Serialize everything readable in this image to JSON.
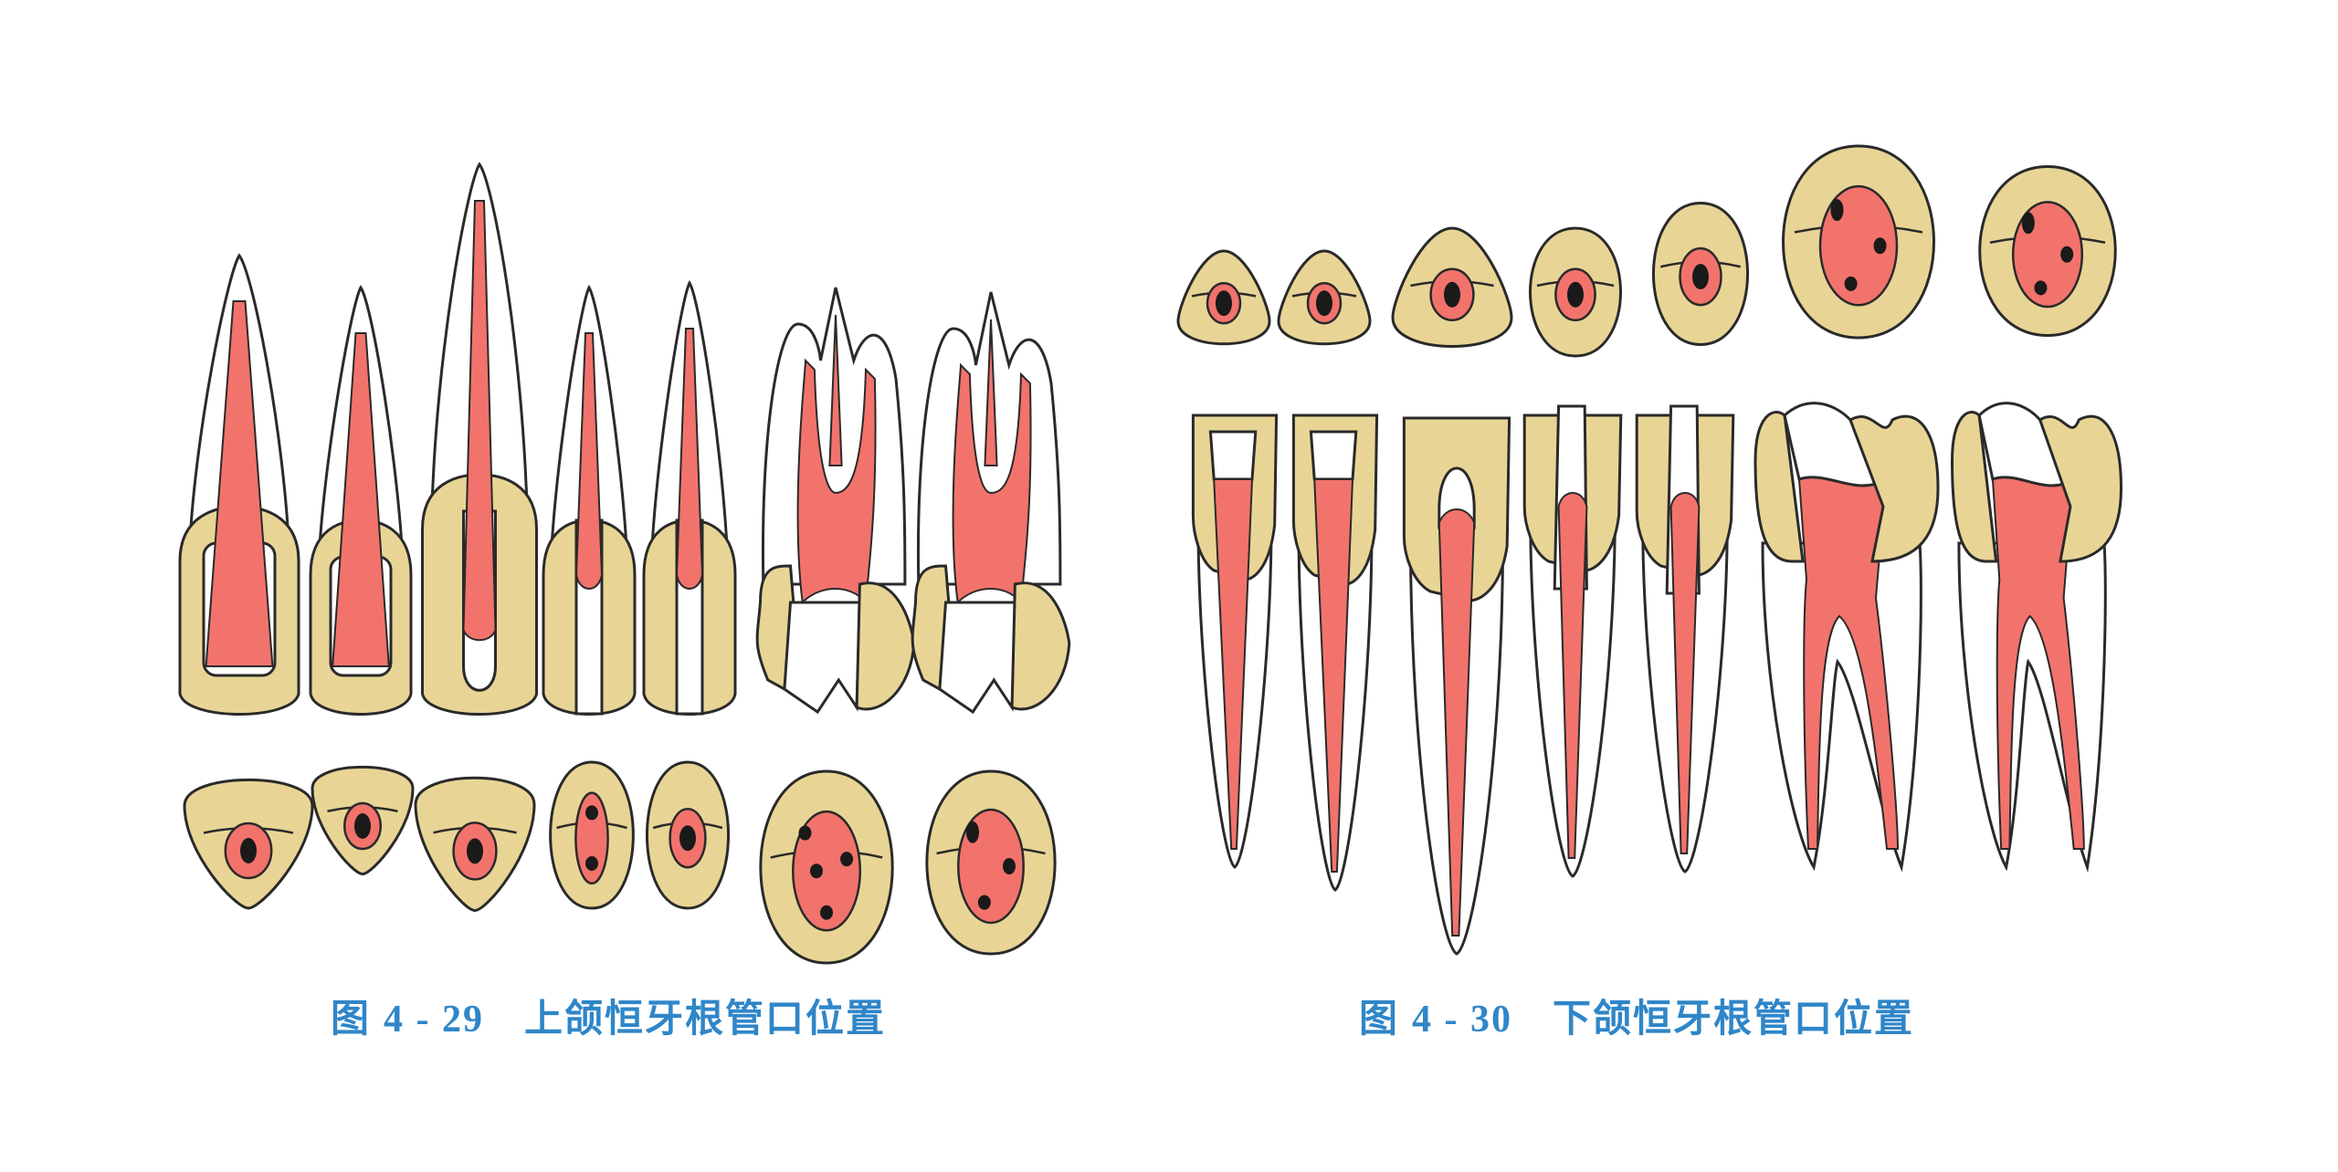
{
  "colors": {
    "enamel": "#e8d596",
    "pulp": "#f2736c",
    "outline": "#2a2a2a",
    "orifice": "#1a1a1a",
    "root": "#ffffff",
    "caption": "#2f86c8",
    "background": "#ffffff"
  },
  "figures": [
    {
      "id": "fig-4-29",
      "caption_prefix": "图",
      "caption_number": "4 - 29",
      "caption_text": "上颌恒牙根管口位置",
      "arch": "upper",
      "side_view_teeth": [
        {
          "name": "central-incisor",
          "canals": 1
        },
        {
          "name": "lateral-incisor",
          "canals": 1
        },
        {
          "name": "canine",
          "canals": 1
        },
        {
          "name": "first-premolar",
          "canals": 2
        },
        {
          "name": "second-premolar",
          "canals": 1
        },
        {
          "name": "first-molar",
          "canals": 3
        },
        {
          "name": "second-molar",
          "canals": 3
        }
      ],
      "occlusal_view_teeth": [
        {
          "name": "central-incisor",
          "orifices": 1
        },
        {
          "name": "lateral-incisor",
          "orifices": 1
        },
        {
          "name": "canine",
          "orifices": 1
        },
        {
          "name": "first-premolar",
          "orifices": 2
        },
        {
          "name": "second-premolar",
          "orifices": 1
        },
        {
          "name": "first-molar",
          "orifices": 4
        },
        {
          "name": "second-molar",
          "orifices": 3
        }
      ]
    },
    {
      "id": "fig-4-30",
      "caption_prefix": "图",
      "caption_number": "4 - 30",
      "caption_text": "下颌恒牙根管口位置",
      "arch": "lower",
      "occlusal_view_teeth": [
        {
          "name": "central-incisor",
          "orifices": 1
        },
        {
          "name": "lateral-incisor",
          "orifices": 1
        },
        {
          "name": "canine",
          "orifices": 1
        },
        {
          "name": "first-premolar",
          "orifices": 1
        },
        {
          "name": "second-premolar",
          "orifices": 1
        },
        {
          "name": "first-molar",
          "orifices": 3
        },
        {
          "name": "second-molar",
          "orifices": 3
        }
      ],
      "side_view_teeth": [
        {
          "name": "central-incisor",
          "canals": 1
        },
        {
          "name": "lateral-incisor",
          "canals": 1
        },
        {
          "name": "canine",
          "canals": 1
        },
        {
          "name": "first-premolar",
          "canals": 1
        },
        {
          "name": "second-premolar",
          "canals": 1
        },
        {
          "name": "first-molar",
          "canals": 2
        },
        {
          "name": "second-molar",
          "canals": 2
        }
      ]
    }
  ]
}
